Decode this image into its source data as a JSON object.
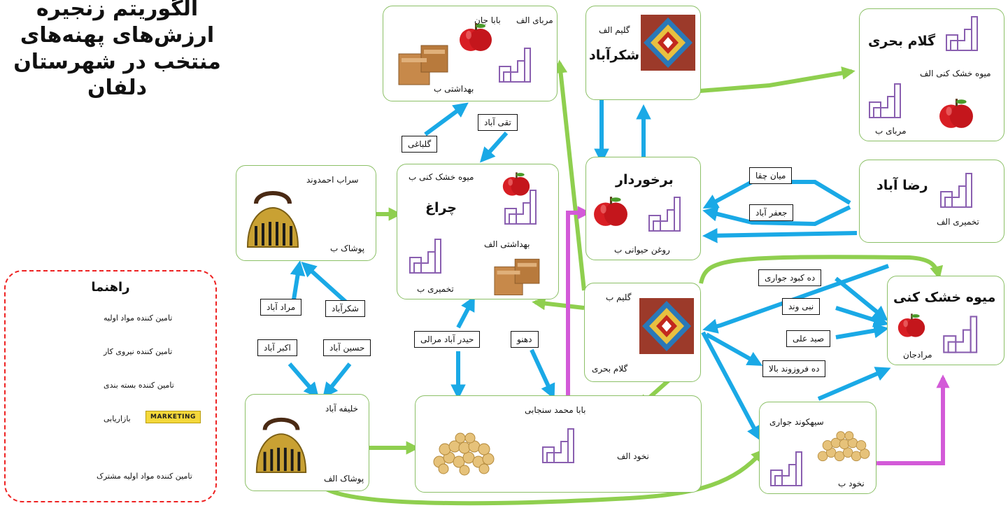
{
  "title_lines": [
    "الگوریتم زنجیره",
    "ارزش‌های پهنه‌های",
    "منتخب در شهرستان",
    "دلفان"
  ],
  "legend": {
    "title": "راهنما",
    "raw_material": "تامین کننده مواد اولیه",
    "labor": "تامین کننده نیروی کار",
    "packaging": "تامین کننده بسته بندی",
    "marketing": "بازاریابی",
    "marketing_badge": "MARKETING",
    "shared_raw": "تامین کننده مواد اولیه مشترک"
  },
  "nodes": {
    "baba_jan": {
      "village": "بابا جان",
      "product1": "مربای الف",
      "product2": "بهداشتی ب"
    },
    "shekarabad_top": {
      "product": "گلیم الف",
      "village": "شکرآباد"
    },
    "golam_bahri_top": {
      "village": "گلام بحری",
      "product1": "میوه خشک کنی الف",
      "product2": "مربای ب"
    },
    "sarab": {
      "village": "سراب احمدوند",
      "product": "پوشاک ب"
    },
    "cheragh": {
      "product1": "میوه خشک کنی ب",
      "village": "چراغ",
      "product2": "بهداشتی الف",
      "product3": "تخمیری ب"
    },
    "barkhordar": {
      "village": "برخوردار",
      "product": "روغن حیوانی ب"
    },
    "rezaabad": {
      "village": "رضا آباد",
      "product": "تخمیری الف"
    },
    "golam_mid": {
      "product": "گلیم ب",
      "village": "گلام بحری"
    },
    "moradjan": {
      "product": "میوه خشک کنی",
      "village": "مرادجان"
    },
    "khalifeabad": {
      "village": "خلیفه آباد",
      "product": "پوشاک الف"
    },
    "baba_mohammad": {
      "village": "بابا محمد سنجابی",
      "product": "نخود الف"
    },
    "siahkood": {
      "village": "سیهکوند جواری",
      "product": "نخود ب"
    }
  },
  "labels": {
    "galbaghi": "گلباغی",
    "taqiabad": "تقی آباد",
    "morad_abad": "مراد آباد",
    "shekar_abad": "شکرآباد",
    "akbar_abad": "اکبر آباد",
    "hossein_abad": "حسین آباد",
    "heydarabad": "حیدر آباد مرالی",
    "dehno": "دهنو",
    "mianchagha": "میان چقا",
    "jafarabad": "جعفر آباد",
    "deh_kabood": "ده کبود جواری",
    "nabi_vand": "نبی وند",
    "seyed_ali": "صید علی",
    "deh_firoozvand": "ده فروزوند بالا"
  },
  "colors": {
    "raw_material": "#c0121b",
    "labor": "#1aa9e6",
    "packaging": "#8fcf4f",
    "marketing": "#f5b800",
    "shared": "#d35ad8",
    "node_border": "#8cc067",
    "legend_border": "#ee2222",
    "factory_icon": "#8a5fb0"
  },
  "icons": [
    "apple-icon",
    "soap-box-icon",
    "factory-icon",
    "kilim-rug-icon",
    "clothes-iron-icon",
    "chickpeas-icon"
  ]
}
